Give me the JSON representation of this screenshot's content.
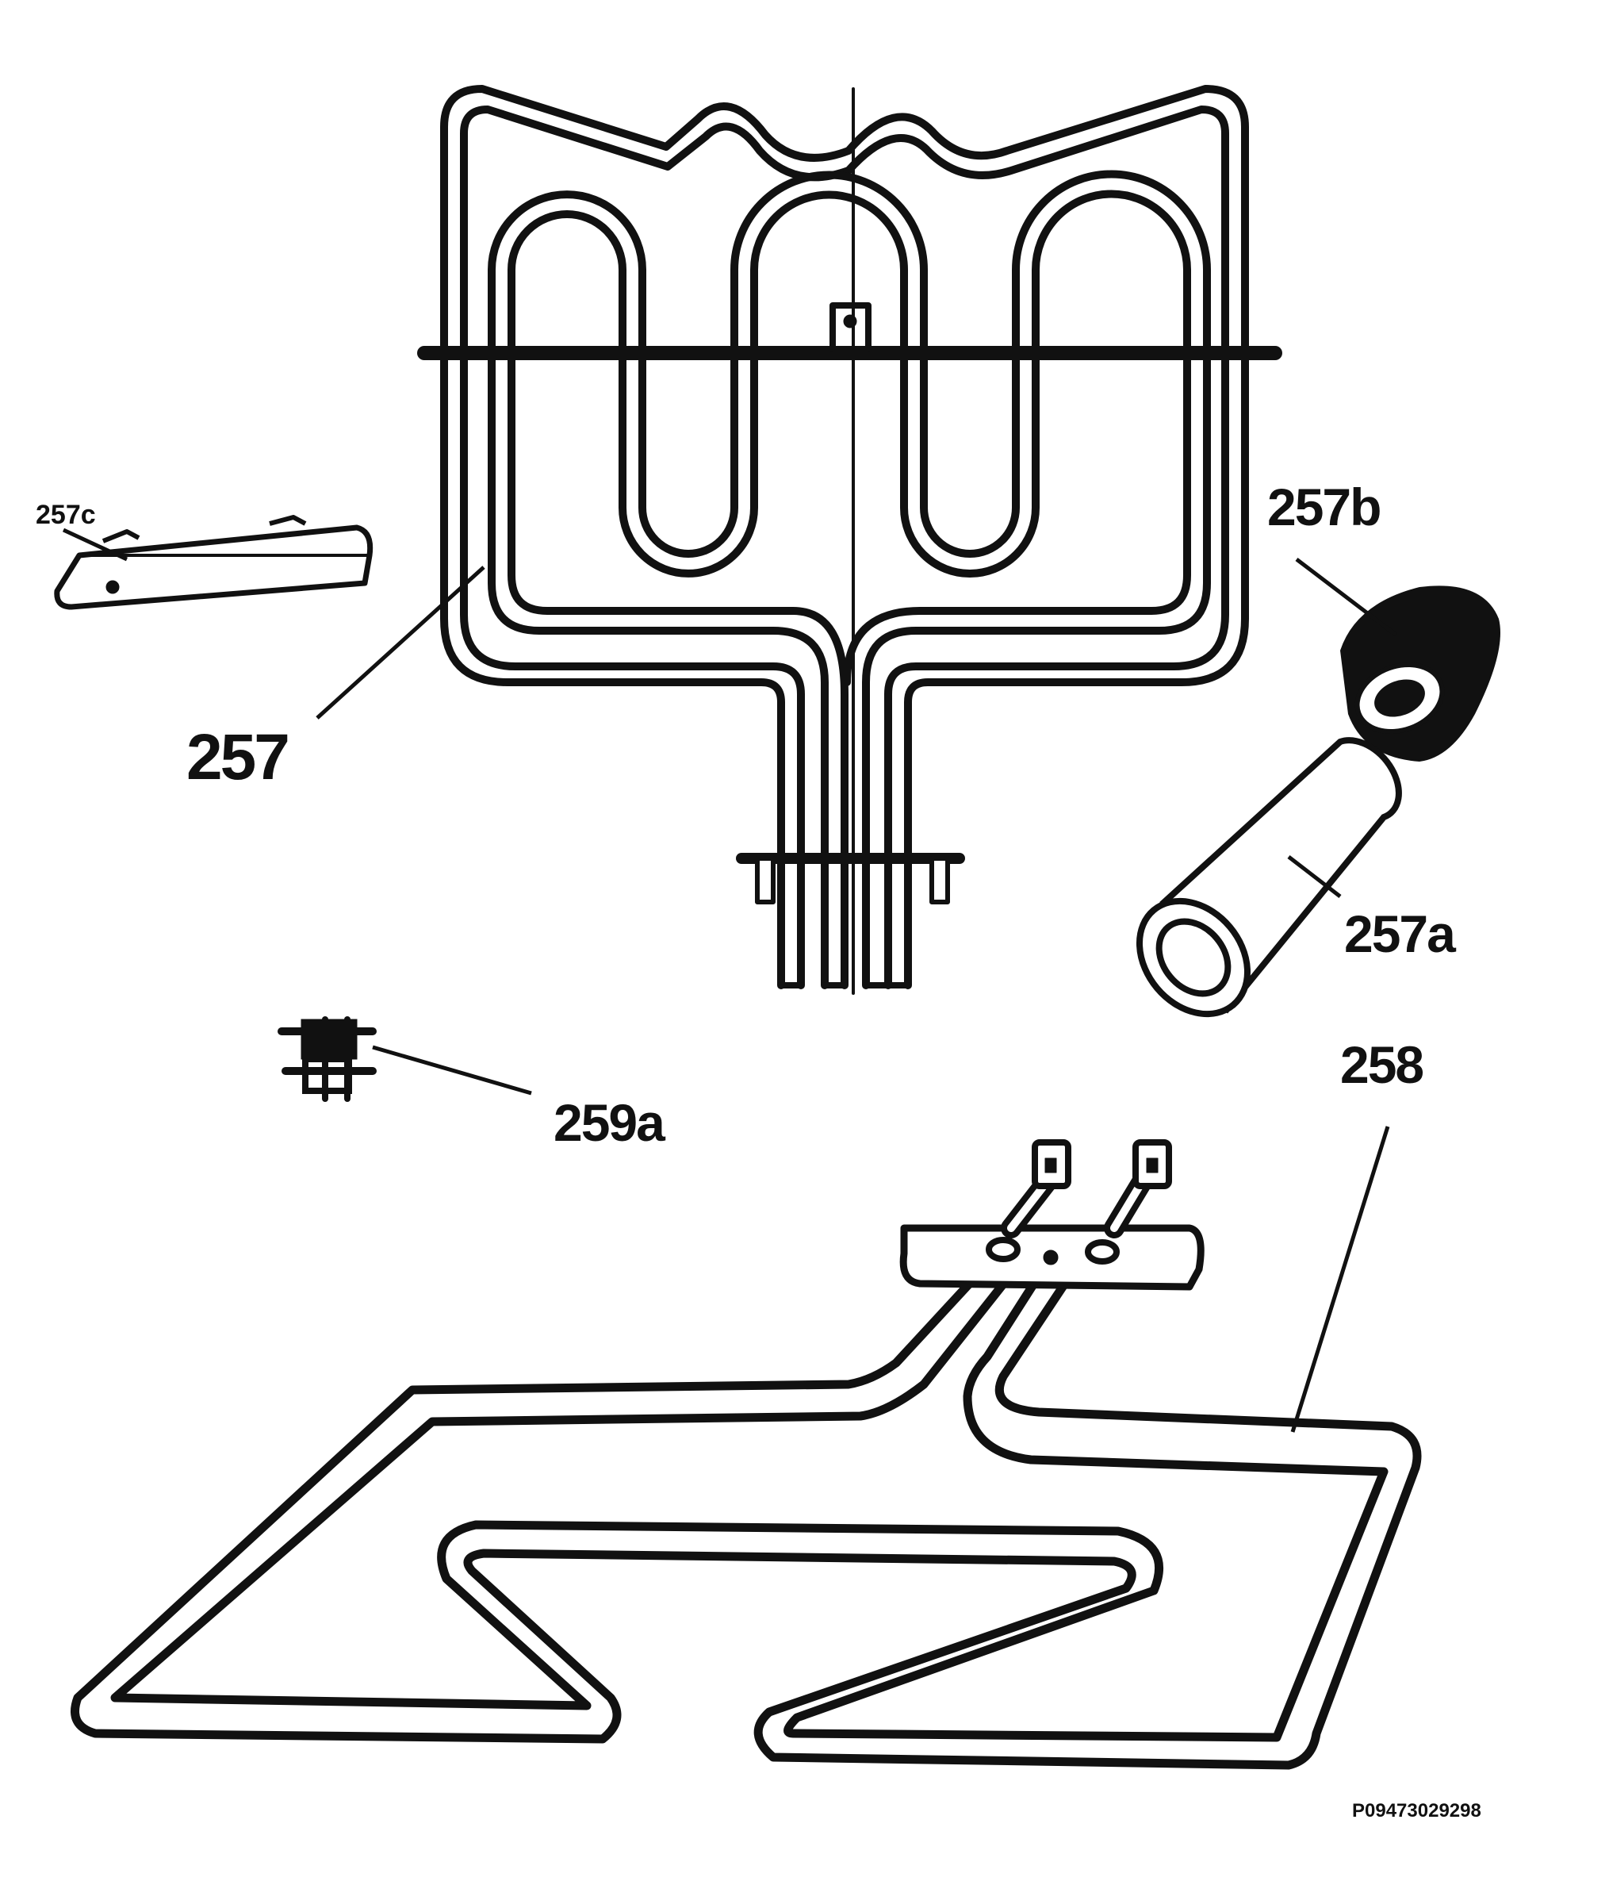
{
  "diagram": {
    "labels": {
      "part_257": "257",
      "part_257a": "257a",
      "part_257b": "257b",
      "part_257c": "257c",
      "part_258": "258",
      "part_259a": "259a"
    },
    "drawing_code": "P09473029298",
    "colors": {
      "line": "#111111",
      "background": "#ffffff"
    }
  }
}
